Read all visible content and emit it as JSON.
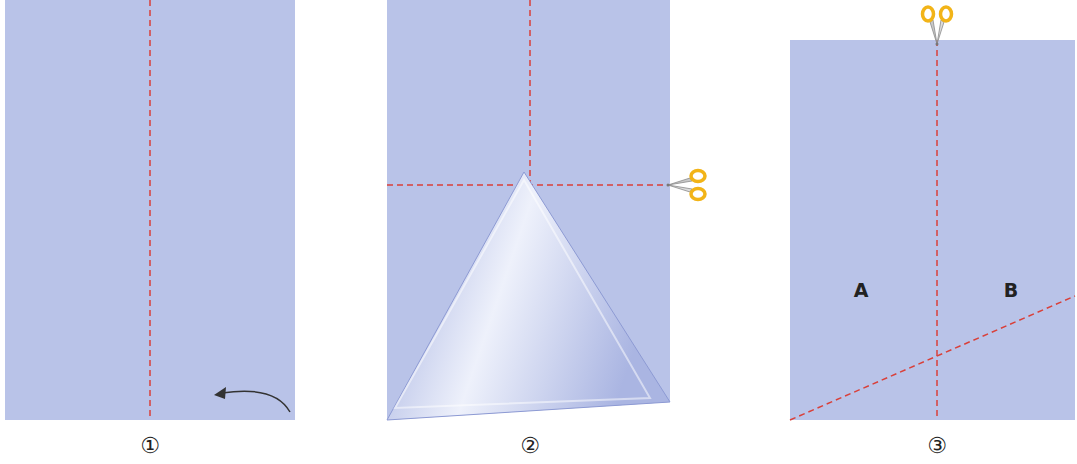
{
  "diagram": {
    "labels": [
      "A",
      "B",
      "①",
      "②",
      "③"
    ]
  }
}
